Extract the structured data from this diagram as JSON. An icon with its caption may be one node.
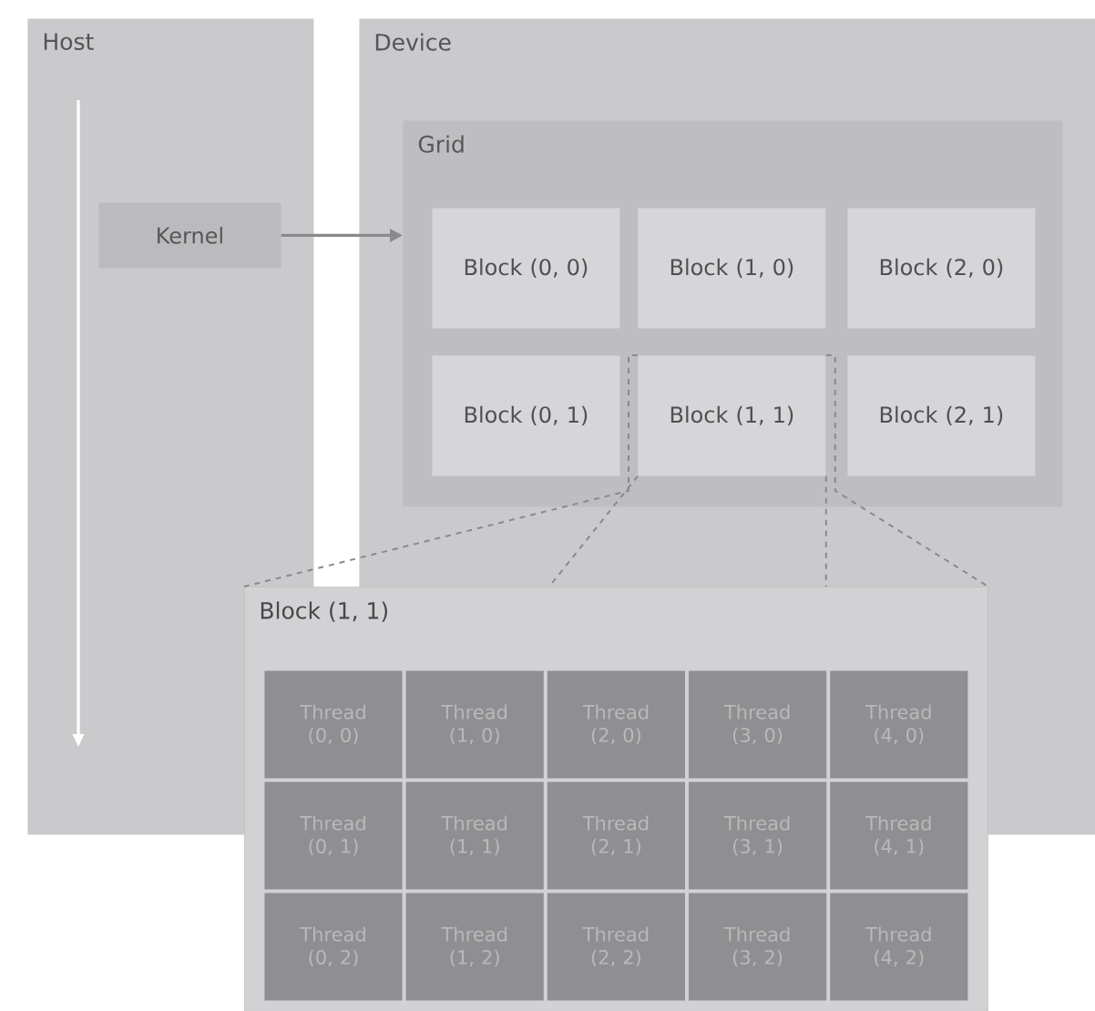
{
  "diagram": {
    "nodes": [
      {
        "text": [
          "Host"
        ]
      },
      {
        "text": [
          "Kernel"
        ],
        "in": 0
      },
      {
        "text": [
          "Device"
        ]
      },
      {
        "text": [
          "Grid"
        ],
        "in": 2
      },
      {
        "text": [
          "Block (0, 0)"
        ],
        "in": 3
      },
      {
        "text": [
          "Block (1, 0)"
        ],
        "in": 3
      },
      {
        "text": [
          "Block (2, 0)"
        ],
        "in": 3
      },
      {
        "text": [
          "Block (0, 1)"
        ],
        "in": 3
      },
      {
        "text": [
          "Block (1, 1)"
        ],
        "in": 3
      },
      {
        "text": [
          "Block (2, 1)"
        ],
        "in": 3
      },
      {
        "text": [
          "Block (1, 1)"
        ]
      },
      {
        "text": [
          "Thread (0, 0)"
        ],
        "in": 10
      },
      {
        "text": [
          "Thread (1, 0)"
        ]
      },
      {
        "text": [
          "Thread (2, 0)"
        ]
      },
      {
        "text": [
          "Thread (3, 0)"
        ]
      },
      {
        "text": [
          "Thread (4, 0)"
        ]
      },
      {
        "text": [
          "Thread (0, 1)"
        ],
        "in": 10
      },
      {
        "text": [
          "Thread (1, 1)"
        ],
        "in": 10
      },
      {
        "text": [
          "Thread (2, 1)"
        ],
        "in": 10
      },
      {
        "text": [
          "Thread (3, 1)"
        ],
        "in": 10
      },
      {
        "text": [
          "Thread (4, 1)"
        ],
        "in": 10
      },
      {
        "text": [
          "Thread (0, 2)"
        ],
        "in": 10
      },
      {
        "text": [
          "Thread (1, 2)"
        ],
        "in": 10
      },
      {
        "text": [
          "Thread (2, 2)"
        ],
        "in": 10
      },
      {
        "text": [
          "Thread (3, 2)"
        ],
        "in": 10
      },
      {
        "text": [
          "Thread (4, 2)"
        ],
        "in": 10
      }
    ],
    "edges": [
      {
        "from": 1,
        "to": 3,
        "arrow": "to"
      },
      {
        "from": 8,
        "to": 10,
        "arrow": "none",
        "style": "dashed"
      },
      {
        "from": 8,
        "to": 10,
        "arrow": "none",
        "style": "dashed"
      },
      {
        "from": 8,
        "to": 10,
        "arrow": "none",
        "style": "dashed"
      },
      {
        "from": 8,
        "to": 10,
        "arrow": "none",
        "style": "dashed"
      }
    ]
  }
}
